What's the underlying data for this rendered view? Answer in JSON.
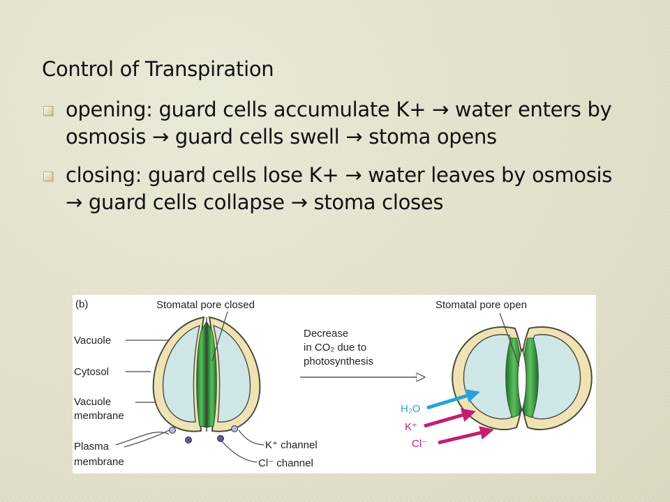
{
  "slide": {
    "title": "Control of Transpiration",
    "bullets": [
      "opening: guard cells accumulate K+ → water enters by osmosis → guard cells swell → stoma opens",
      "closing: guard cells lose K+ → water leaves by osmosis → guard cells collapse → stoma closes"
    ]
  },
  "figure": {
    "panel_label": "(b)",
    "closed_title": "Stomatal pore closed",
    "open_title": "Stomatal pore open",
    "left_labels": {
      "vacuole": "Vacuole",
      "cytosol": "Cytosol",
      "vacuole_membrane_1": "Vacuole",
      "vacuole_membrane_2": "membrane",
      "plasma_membrane_1": "Plasma",
      "plasma_membrane_2": "membrane"
    },
    "channel_labels": {
      "k": "K⁺ channel",
      "cl": "Cl⁻ channel"
    },
    "transition_text": [
      "Decrease",
      "in CO₂ due to",
      "photosynthesis"
    ],
    "ion_labels": {
      "water": "H₂O",
      "potassium": "K⁺",
      "chloride": "Cl⁻"
    },
    "colors": {
      "cell_wall": "#efe2b4",
      "cell_outline": "#4a4a3a",
      "vacuole": "#cfe6e6",
      "chloroplast": "#2f8a3a",
      "water_arrow": "#2aa0d8",
      "ion_arrow": "#c21e74",
      "k_channel": "#b9b9e0",
      "cl_channel": "#5a5aa0"
    }
  }
}
